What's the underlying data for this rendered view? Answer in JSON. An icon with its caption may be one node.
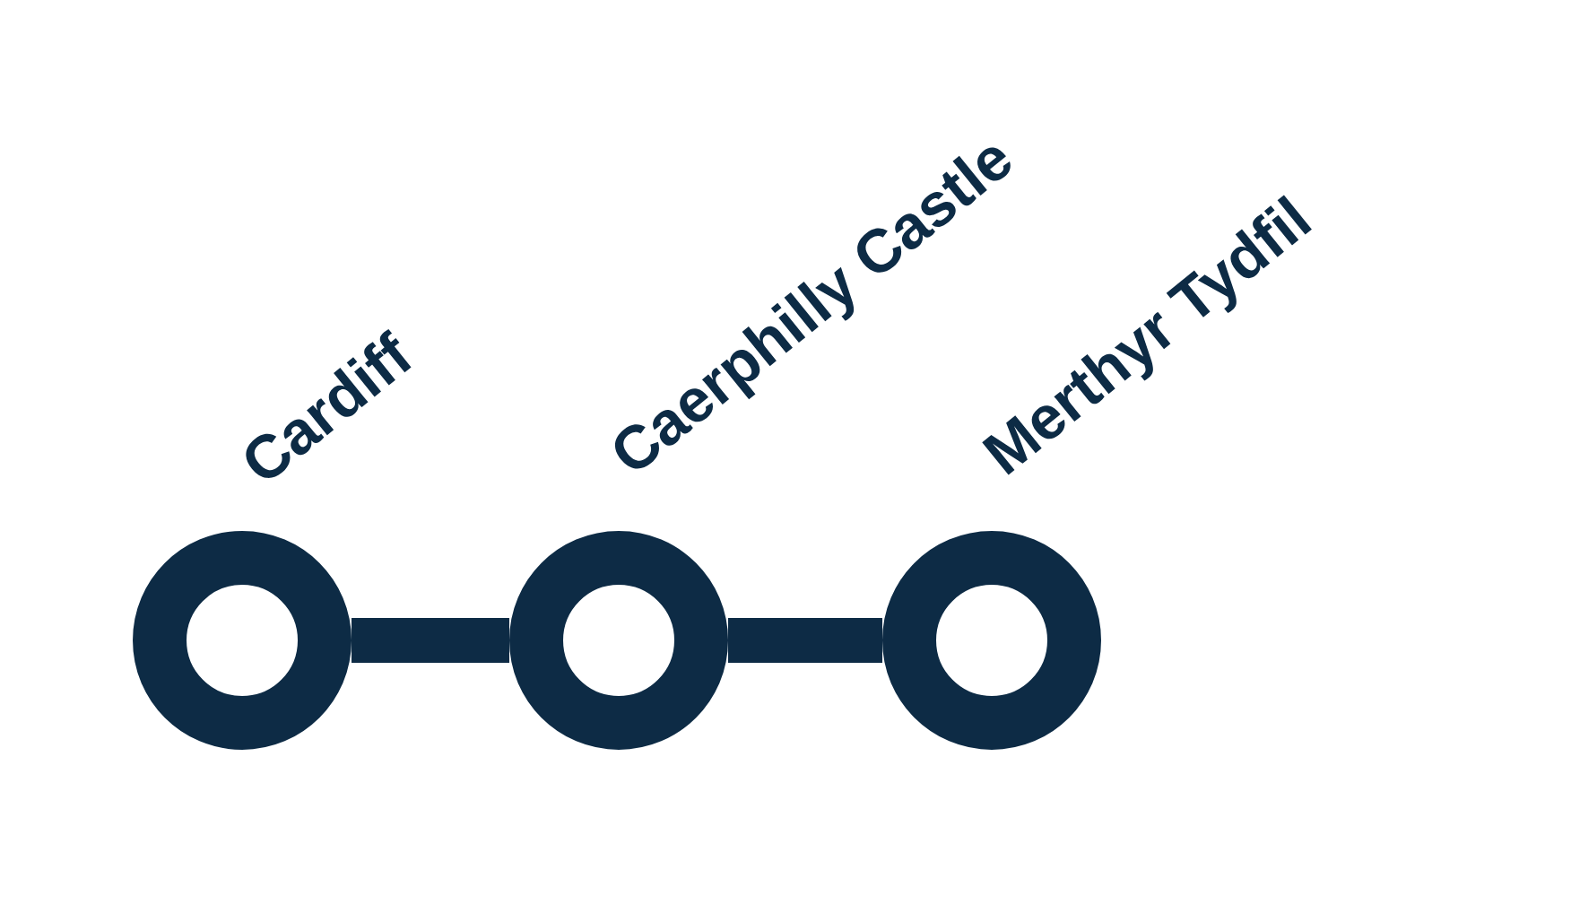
{
  "diagram": {
    "nodes": [
      {
        "text": [],
        "shape": "circle",
        "beside": [
          "Cardiff"
        ]
      },
      {
        "text": [],
        "shape": "circle",
        "beside": [
          "Caerphilly Castle"
        ]
      },
      {
        "text": [],
        "shape": "circle",
        "beside": [
          "Merthyr Tydfil"
        ]
      }
    ],
    "edges": [
      {
        "from": 0,
        "to": 1,
        "arrow": "none"
      },
      {
        "from": 1,
        "to": 2,
        "arrow": "none"
      }
    ]
  }
}
